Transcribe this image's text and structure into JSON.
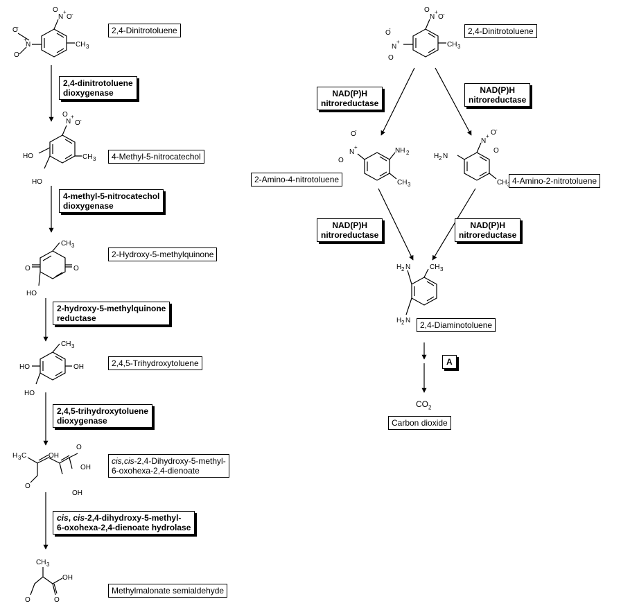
{
  "compounds": {
    "dnt_left": "2,4-Dinitrotoluene",
    "methylnitrocatechol": "4-Methyl-5-nitrocatechol",
    "hydroxymethylquinone": "2-Hydroxy-5-methylquinone",
    "trihydroxytoluene": "2,4,5-Trihydroxytoluene",
    "dienoate": {
      "prefix": "cis,cis",
      "line1_rest": "-2,4-Dihydroxy-5-methyl-",
      "line2": "6-oxohexa-2,4-dienoate"
    },
    "methylmalonate": "Methylmalonate semialdehyde",
    "dnt_right": "2,4-Dinitrotoluene",
    "amino4nitro": "2-Amino-4-nitrotoluene",
    "amino2nitro": "4-Amino-2-nitrotoluene",
    "diaminotoluene": "2,4-Diaminotoluene",
    "co2_main": "CO",
    "co2_sub": "2",
    "carbon_dioxide": "Carbon dioxide"
  },
  "enzymes": {
    "dnt_dioxygenase": [
      "2,4-dinitrotoluene",
      "dioxygenase"
    ],
    "mnc_dioxygenase": [
      "4-methyl-5-nitrocatechol",
      "dioxygenase"
    ],
    "hmq_reductase": [
      "2-hydroxy-5-methylquinone",
      "reductase"
    ],
    "tht_dioxygenase": [
      "2,4,5-trihydroxytoluene",
      "dioxygenase"
    ],
    "hydrolase": {
      "line1_a": "cis",
      "line1_b": ", ",
      "line1_c": "cis",
      "line1_d": "-2,4-dihydroxy-5-methyl-",
      "line2": "6-oxohexa-2,4-dienoate hydrolase"
    },
    "nitroreductase_1": [
      "NAD(P)H",
      "nitroreductase"
    ],
    "nitroreductase_2": [
      "NAD(P)H",
      "nitroreductase"
    ],
    "nitroreductase_3": [
      "NAD(P)H",
      "nitroreductase"
    ],
    "nitroreductase_4": [
      "NAD(P)H",
      "nitroreductase"
    ],
    "step_a": "A"
  },
  "atoms": {
    "n": "N",
    "o": "O",
    "plus": "+",
    "minus": "-",
    "ch3": "CH",
    "three": "3",
    "ho": "HO",
    "oh": "OH",
    "nh2": "NH",
    "h2n": "H",
    "two": "2",
    "h3c": "H",
    "c": "C"
  }
}
